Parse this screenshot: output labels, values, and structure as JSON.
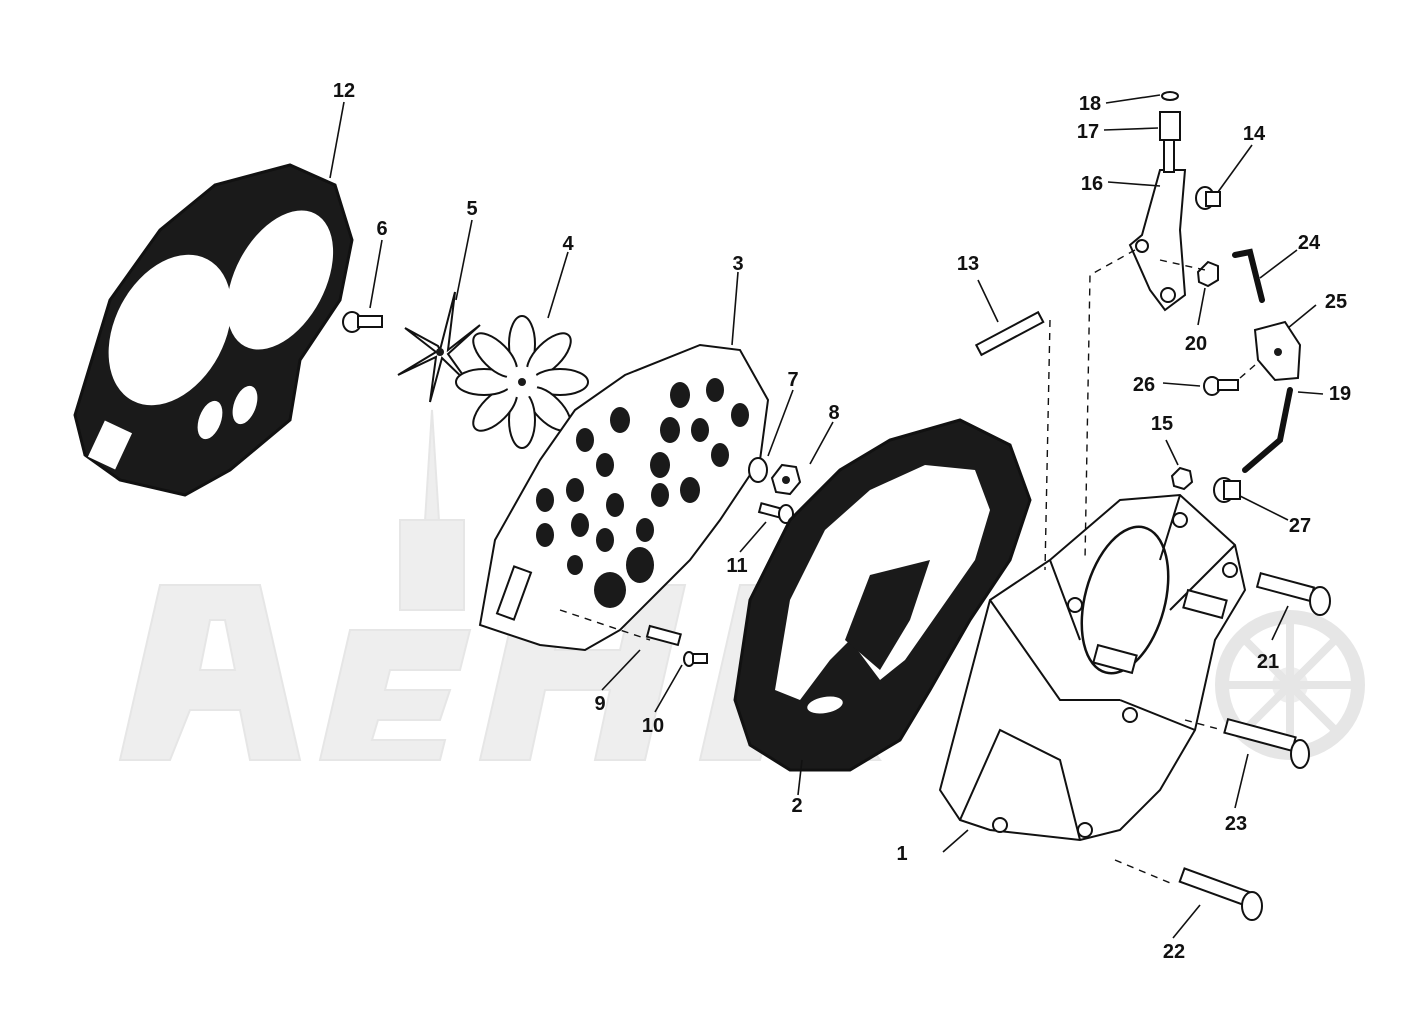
{
  "diagram": {
    "watermark_icon": "spire-and-wheel-watermark-icon",
    "callouts": [
      {
        "id": "1",
        "text": "1"
      },
      {
        "id": "2",
        "text": "2"
      },
      {
        "id": "3",
        "text": "3"
      },
      {
        "id": "4",
        "text": "4"
      },
      {
        "id": "5",
        "text": "5"
      },
      {
        "id": "6",
        "text": "6"
      },
      {
        "id": "7",
        "text": "7"
      },
      {
        "id": "8",
        "text": "8"
      },
      {
        "id": "9",
        "text": "9"
      },
      {
        "id": "10",
        "text": "10"
      },
      {
        "id": "11",
        "text": "11"
      },
      {
        "id": "12",
        "text": "12"
      },
      {
        "id": "13",
        "text": "13"
      },
      {
        "id": "14",
        "text": "14"
      },
      {
        "id": "15",
        "text": "15"
      },
      {
        "id": "16",
        "text": "16"
      },
      {
        "id": "17",
        "text": "17"
      },
      {
        "id": "18",
        "text": "18"
      },
      {
        "id": "19",
        "text": "19"
      },
      {
        "id": "20",
        "text": "20"
      },
      {
        "id": "21",
        "text": "21"
      },
      {
        "id": "22",
        "text": "22"
      },
      {
        "id": "23",
        "text": "23"
      },
      {
        "id": "24",
        "text": "24"
      },
      {
        "id": "25",
        "text": "25"
      },
      {
        "id": "26",
        "text": "26"
      },
      {
        "id": "27",
        "text": "27"
      }
    ]
  }
}
